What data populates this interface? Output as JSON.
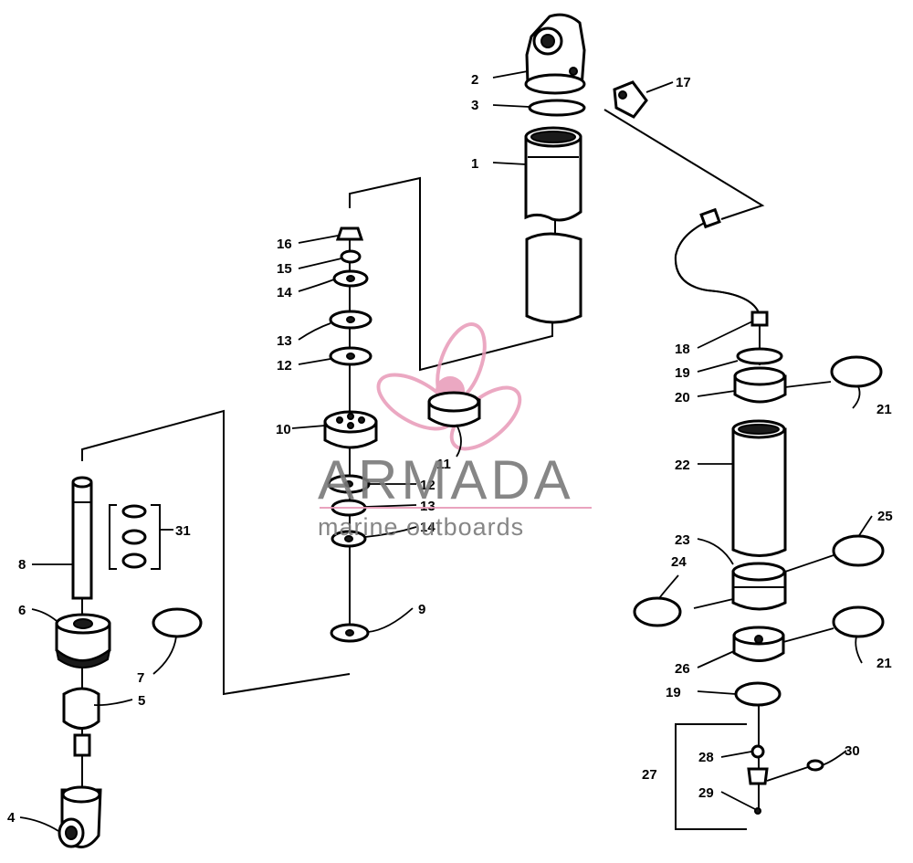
{
  "watermark": {
    "title": "ARMADA",
    "subtitle": "marine outboards",
    "accent_color": "#e89ab8",
    "text_color": "#7a7a7a"
  },
  "callouts": [
    {
      "id": "c1",
      "label": "1"
    },
    {
      "id": "c2",
      "label": "2"
    },
    {
      "id": "c3",
      "label": "3"
    },
    {
      "id": "c4",
      "label": "4"
    },
    {
      "id": "c5",
      "label": "5"
    },
    {
      "id": "c6",
      "label": "6"
    },
    {
      "id": "c7",
      "label": "7"
    },
    {
      "id": "c8",
      "label": "8"
    },
    {
      "id": "c9",
      "label": "9"
    },
    {
      "id": "c10",
      "label": "10"
    },
    {
      "id": "c11",
      "label": "11"
    },
    {
      "id": "c12a",
      "label": "12"
    },
    {
      "id": "c12b",
      "label": "12"
    },
    {
      "id": "c13a",
      "label": "13"
    },
    {
      "id": "c13b",
      "label": "13"
    },
    {
      "id": "c14a",
      "label": "14"
    },
    {
      "id": "c14b",
      "label": "14"
    },
    {
      "id": "c15",
      "label": "15"
    },
    {
      "id": "c16",
      "label": "16"
    },
    {
      "id": "c17",
      "label": "17"
    },
    {
      "id": "c18",
      "label": "18"
    },
    {
      "id": "c19a",
      "label": "19"
    },
    {
      "id": "c19b",
      "label": "19"
    },
    {
      "id": "c20",
      "label": "20"
    },
    {
      "id": "c21a",
      "label": "21"
    },
    {
      "id": "c21b",
      "label": "21"
    },
    {
      "id": "c22",
      "label": "22"
    },
    {
      "id": "c23",
      "label": "23"
    },
    {
      "id": "c24",
      "label": "24"
    },
    {
      "id": "c25",
      "label": "25"
    },
    {
      "id": "c26",
      "label": "26"
    },
    {
      "id": "c27",
      "label": "27"
    },
    {
      "id": "c28",
      "label": "28"
    },
    {
      "id": "c29",
      "label": "29"
    },
    {
      "id": "c30",
      "label": "30"
    },
    {
      "id": "c31",
      "label": "31"
    }
  ]
}
